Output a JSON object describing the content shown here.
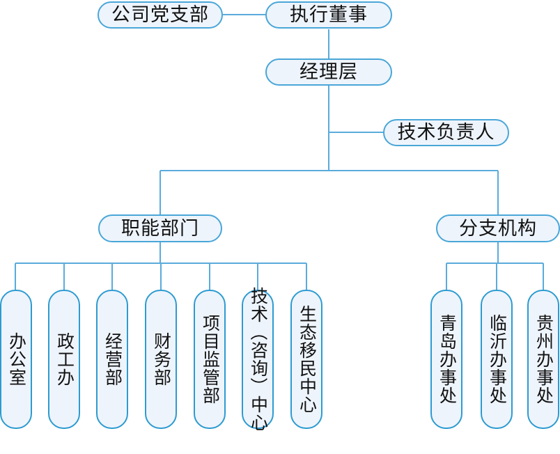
{
  "chart_data": {
    "type": "diagram",
    "title": "",
    "diagram_kind": "organization-chart",
    "orientation": "top-down",
    "colors": {
      "node_fill": "#eef4fc",
      "node_border": "#49a6d8",
      "node_border_strong": "#2d9bd0",
      "connector": "#5aabdc",
      "text": "#111111",
      "background": "#ffffff"
    },
    "nodes": [
      {
        "id": "party_branch",
        "label": "公司党支部",
        "level": 0,
        "orientation": "horizontal"
      },
      {
        "id": "executive_director",
        "label": "执行董事",
        "level": 0,
        "orientation": "horizontal"
      },
      {
        "id": "manager_layer",
        "label": "经理层",
        "level": 1,
        "orientation": "horizontal"
      },
      {
        "id": "technical_director",
        "label": "技术负责人",
        "level": 2,
        "orientation": "horizontal"
      },
      {
        "id": "functional_departments",
        "label": "职能部门",
        "level": 3,
        "orientation": "horizontal"
      },
      {
        "id": "branch_offices",
        "label": "分支机构",
        "level": 3,
        "orientation": "horizontal"
      },
      {
        "id": "office",
        "label": "办公室",
        "level": 4,
        "orientation": "vertical"
      },
      {
        "id": "political_work_office",
        "label": "政工办",
        "level": 4,
        "orientation": "vertical"
      },
      {
        "id": "operations_dept",
        "label": "经营部",
        "level": 4,
        "orientation": "vertical"
      },
      {
        "id": "finance_dept",
        "label": "财务部",
        "level": 4,
        "orientation": "vertical"
      },
      {
        "id": "project_supervision_dept",
        "label": "项目监管部",
        "level": 4,
        "orientation": "vertical"
      },
      {
        "id": "technology_consulting_center",
        "label": "技术（咨询）中心",
        "level": 4,
        "orientation": "vertical"
      },
      {
        "id": "ecological_migration_center",
        "label": "生态移民中心",
        "level": 4,
        "orientation": "vertical"
      },
      {
        "id": "qingdao_office",
        "label": "青岛办事处",
        "level": 4,
        "orientation": "vertical"
      },
      {
        "id": "linyi_office",
        "label": "临沂办事处",
        "level": 4,
        "orientation": "vertical"
      },
      {
        "id": "guizhou_office",
        "label": "贵州办事处",
        "level": 4,
        "orientation": "vertical"
      }
    ],
    "edges": [
      {
        "from": "party_branch",
        "to": "executive_director",
        "style": "horizontal-link"
      },
      {
        "from": "executive_director",
        "to": "manager_layer",
        "style": "vertical"
      },
      {
        "from": "manager_layer",
        "to": "technical_director",
        "style": "side-branch"
      },
      {
        "from": "manager_layer",
        "to": "functional_departments",
        "style": "vertical-bus"
      },
      {
        "from": "manager_layer",
        "to": "branch_offices",
        "style": "vertical-bus"
      },
      {
        "from": "functional_departments",
        "to": "office",
        "style": "vertical-bus"
      },
      {
        "from": "functional_departments",
        "to": "political_work_office",
        "style": "vertical-bus"
      },
      {
        "from": "functional_departments",
        "to": "operations_dept",
        "style": "vertical-bus"
      },
      {
        "from": "functional_departments",
        "to": "finance_dept",
        "style": "vertical-bus"
      },
      {
        "from": "functional_departments",
        "to": "project_supervision_dept",
        "style": "vertical-bus"
      },
      {
        "from": "functional_departments",
        "to": "technology_consulting_center",
        "style": "vertical-bus"
      },
      {
        "from": "functional_departments",
        "to": "ecological_migration_center",
        "style": "vertical-bus"
      },
      {
        "from": "branch_offices",
        "to": "qingdao_office",
        "style": "vertical-bus"
      },
      {
        "from": "branch_offices",
        "to": "linyi_office",
        "style": "vertical-bus"
      },
      {
        "from": "branch_offices",
        "to": "guizhou_office",
        "style": "vertical-bus"
      }
    ]
  },
  "tree": {
    "party_branch": {
      "label": "公司党支部"
    },
    "executive_director": {
      "label": "执行董事"
    },
    "manager_layer": {
      "label": "经理层"
    },
    "technical_director": {
      "label": "技术负责人"
    },
    "functional_departments": {
      "label": "职能部门"
    },
    "branch_offices": {
      "label": "分支机构"
    },
    "functional_children": [
      {
        "label": "办公室"
      },
      {
        "label": "政工办"
      },
      {
        "label": "经营部"
      },
      {
        "label": "财务部"
      },
      {
        "label": "项目监管部"
      },
      {
        "label": "技术（咨询）中心"
      },
      {
        "label": "生态移民中心"
      }
    ],
    "branch_children": [
      {
        "label": "青岛办事处"
      },
      {
        "label": "临沂办事处"
      },
      {
        "label": "贵州办事处"
      }
    ]
  },
  "technology_center_parts": {
    "head": "技术",
    "open_paren": "（",
    "inner": "咨询",
    "close_paren": "）",
    "tail": "中心"
  }
}
